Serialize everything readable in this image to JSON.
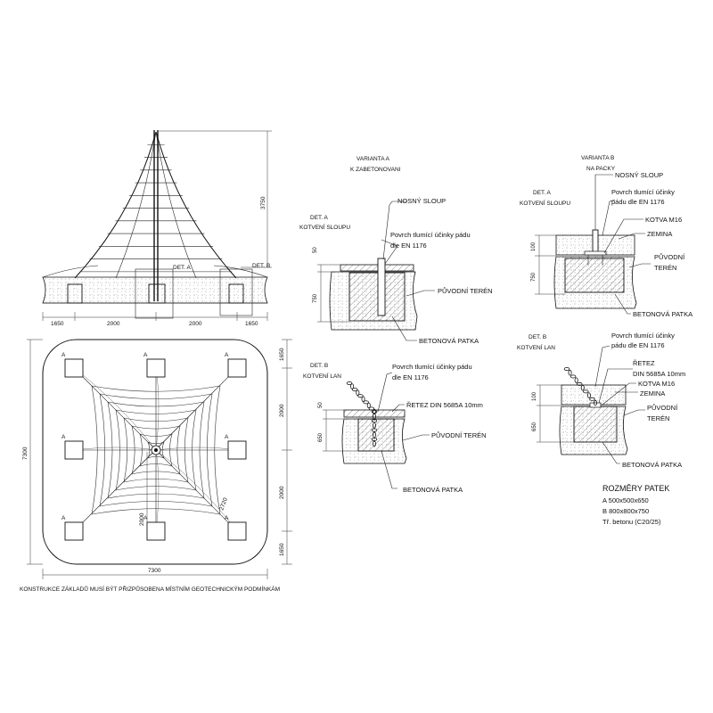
{
  "elevation": {
    "height_dim": "3750",
    "det_a": "DET. A",
    "det_b": "DET. B",
    "dims": [
      "1650",
      "2000",
      "2000",
      "1650"
    ]
  },
  "plan": {
    "width_dim": "7300",
    "height_dim": "7300",
    "right_dims": [
      "1650",
      "2000",
      "2000",
      "1650"
    ],
    "diag_dim": "2720",
    "inner_dim": "2000",
    "footing_label": "A"
  },
  "note": "KONSTRUKCE ZÁKLADŮ MUSÍ BÝT PŘIZPŮSOBENA MÍSTNÍM GEOTECHNICKÝM PODMÍNKÁM",
  "variant_a": {
    "title_line1": "VARIANTA A",
    "title_line2": "K ZABETONOVANI",
    "det_line1": "DET. A",
    "det_line2": "KOTVENÍ SLOUPU",
    "nosny_sloup": "NOSNÝ SLOUP",
    "povrch_line1": "Povrch tlumící účinky pádu",
    "povrch_line2": "dle EN 1176",
    "puvodni_teren": "PŮVODNÍ TERÉN",
    "betonova_patka": "BETONOVÁ PATKA",
    "dim_top": "50",
    "dim_depth": "750"
  },
  "variant_b": {
    "title_line1": "VARIANTA B",
    "title_line2": "NA PACKY",
    "det_line1": "DET. A",
    "det_line2": "KOTVENÍ SLOUPU",
    "nosny_sloup": "NOSNÝ SLOUP",
    "povrch_line1": "Povrch tlumící účinky",
    "povrch_line2": "pádu dle EN 1176",
    "kotva": "KOTVA M16",
    "zemina": "ZEMINA",
    "puvodni_line1": "PŮVODNÍ",
    "puvodni_line2": "TERÉN",
    "betonova_patka": "BETONOVÁ PATKA",
    "dim_top": "100",
    "dim_depth": "750"
  },
  "det_b_lan_left": {
    "det_line1": "DET. B",
    "det_line2": "KOTVENÍ LAN",
    "povrch_line1": "Povrch tlumící účinky pádu",
    "povrch_line2": "dle EN 1176",
    "retez": "ŘETEZ DIN 5685A 10mm",
    "puvodni_teren": "PŮVODNÍ TERÉN",
    "betonova_patka": "BETONOVÁ PATKA",
    "dim_top": "50",
    "dim_depth": "650"
  },
  "det_b_lan_right": {
    "det_line1": "DET. B",
    "det_line2": "KOTVENÍ LAN",
    "povrch_line1": "Povrch tlumící účinky",
    "povrch_line2": "pádu dle EN 1176",
    "retez_line1": "ŘETEZ",
    "retez_line2": "DIN 5685A 10mm",
    "kotva": "KOTVA M16",
    "zemina": "ZEMINA",
    "puvodni_line1": "PŮVODNÍ",
    "puvodni_line2": "TERÉN",
    "betonova_patka": "BETONOVÁ PATKA",
    "dim_top": "100",
    "dim_depth": "650"
  },
  "rozmery": {
    "title": "ROZMĚRY PATEK",
    "line_a": "A 500x500x650",
    "line_b": "B 800x800x750",
    "line_c": "Tř. betonu  (C20/25)"
  }
}
